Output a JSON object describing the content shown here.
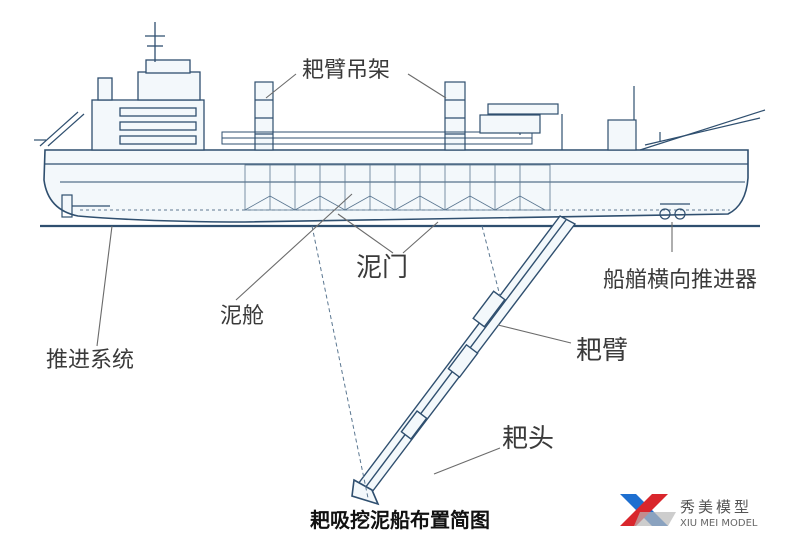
{
  "labels": {
    "drag_arm_gantry": "耙臂吊架",
    "mud_door": "泥门",
    "hopper": "泥舱",
    "bow_thruster": "船艏横向推进器",
    "propulsion_system": "推进系统",
    "drag_arm": "耙臂",
    "drag_head": "耙头"
  },
  "caption": "耙吸挖泥船布置简图",
  "brand": {
    "name_cn": "秀美模型",
    "name_en": "XIU MEI MODEL"
  },
  "colors": {
    "line": "#2f4f6f",
    "hull_fill": "#f3f8fb",
    "accent_blue": "#1e6fd0",
    "accent_red": "#d9262c"
  }
}
